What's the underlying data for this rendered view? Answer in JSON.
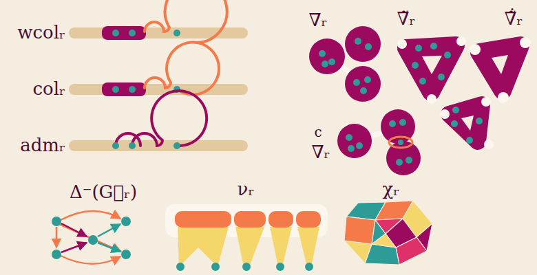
{
  "diagram": {
    "labels": [
      "wcolᵣ",
      "colᵣ",
      "admᵣ",
      "∇ᵣ",
      "∇̃ᵣ",
      "∇̃̇ᵣ",
      "c",
      "∇ᵣ",
      "Δ⁻(G⃗ᵣ)",
      "νᵣ",
      "χᵣ"
    ]
  }
}
